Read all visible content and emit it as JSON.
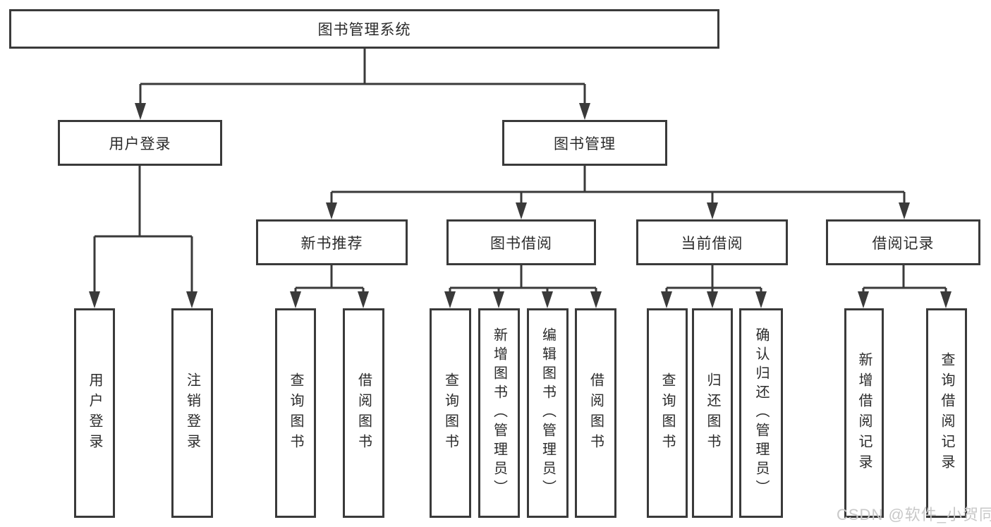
{
  "tree": {
    "root": {
      "label": "图书管理系统",
      "children": [
        {
          "label": "用户登录",
          "children": [
            {
              "label": "用户登录"
            },
            {
              "label": "注销登录"
            }
          ]
        },
        {
          "label": "图书管理",
          "children": [
            {
              "label": "新书推荐",
              "children": [
                {
                  "label": "查询图书"
                },
                {
                  "label": "借阅图书"
                }
              ]
            },
            {
              "label": "图书借阅",
              "children": [
                {
                  "label": "查询图书"
                },
                {
                  "label": "新增图书（管理员）"
                },
                {
                  "label": "编辑图书（管理员）"
                },
                {
                  "label": "借阅图书"
                }
              ]
            },
            {
              "label": "当前借阅",
              "children": [
                {
                  "label": "查询图书"
                },
                {
                  "label": "归还图书"
                },
                {
                  "label": "确认归还（管理员）"
                }
              ]
            },
            {
              "label": "借阅记录",
              "children": [
                {
                  "label": "新增借阅记录"
                },
                {
                  "label": "查询借阅记录"
                }
              ]
            }
          ]
        }
      ]
    }
  },
  "watermark": "CSDN @软件_小贺同学",
  "colors": {
    "line": "#3a3a3a",
    "box_border": "#3a3a3a",
    "text": "#2b2b2b",
    "watermark": "#c8c8c8",
    "background": "#ffffff"
  }
}
